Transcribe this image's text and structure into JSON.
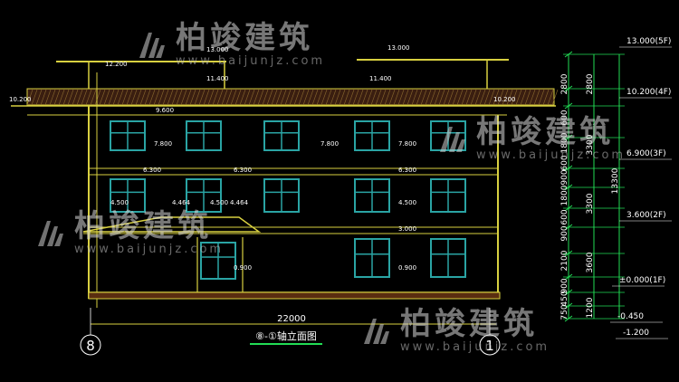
{
  "drawing": {
    "title": "⑧-①轴立面图",
    "overall_width": "22000",
    "axis_left": "8",
    "axis_right": "1"
  },
  "levels": [
    "13.000(5F)",
    "10.200(4F)",
    "6.900(3F)",
    "3.600(2F)",
    "±0.000(1F)",
    "-0.450",
    "-1.200"
  ],
  "elevation_labels": [
    "13.000",
    "13.000",
    "12.200",
    "11.400",
    "11.400",
    "10.200",
    "10.200",
    "9.600",
    "7.800",
    "7.800",
    "7.800",
    "6.300",
    "6.300",
    "6.300",
    "4.500",
    "4.464",
    "4.500",
    "4.464",
    "4.500",
    "3.000",
    "0.900",
    "0.900"
  ],
  "dims_inner": [
    "2800",
    "600",
    "1800",
    "600",
    "900",
    "1800",
    "600",
    "900",
    "2100",
    "900",
    "450",
    "750"
  ],
  "dims_middle": [
    "2800",
    "3300",
    "3300",
    "3600",
    "1200"
  ],
  "dims_outer": "13300",
  "watermark": {
    "brand": "柏竣建筑",
    "url": "www.baijunjz.com"
  },
  "colors": {
    "background": "#000000",
    "wall": "#2aa4a4",
    "slab": "#d8d040",
    "dim": "#22dd55",
    "text": "#ffffff"
  }
}
